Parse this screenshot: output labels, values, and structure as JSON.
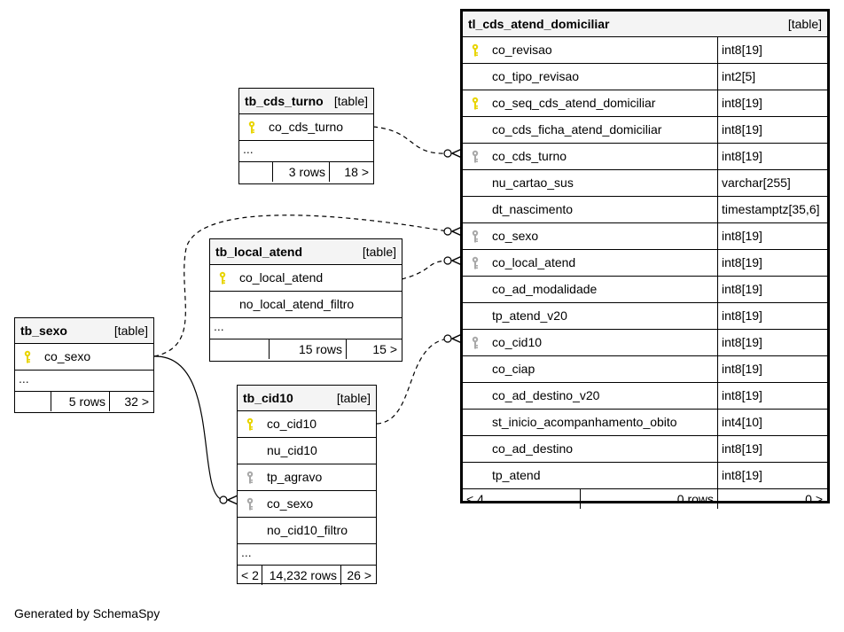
{
  "tables": {
    "main": {
      "name": "tl_cds_atend_domiciliar",
      "kind": "[table]",
      "rows": [
        {
          "col": "co_revisao",
          "type": "int8[19]",
          "key": "primary"
        },
        {
          "col": "co_tipo_revisao",
          "type": "int2[5]",
          "key": "none"
        },
        {
          "col": "co_seq_cds_atend_domiciliar",
          "type": "int8[19]",
          "key": "primary"
        },
        {
          "col": "co_cds_ficha_atend_domiciliar",
          "type": "int8[19]",
          "key": "none"
        },
        {
          "col": "co_cds_turno",
          "type": "int8[19]",
          "key": "foreign"
        },
        {
          "col": "nu_cartao_sus",
          "type": "varchar[255]",
          "key": "none"
        },
        {
          "col": "dt_nascimento",
          "type": "timestamptz[35,6]",
          "key": "none"
        },
        {
          "col": "co_sexo",
          "type": "int8[19]",
          "key": "foreign"
        },
        {
          "col": "co_local_atend",
          "type": "int8[19]",
          "key": "foreign"
        },
        {
          "col": "co_ad_modalidade",
          "type": "int8[19]",
          "key": "none"
        },
        {
          "col": "tp_atend_v20",
          "type": "int8[19]",
          "key": "none"
        },
        {
          "col": "co_cid10",
          "type": "int8[19]",
          "key": "foreign"
        },
        {
          "col": "co_ciap",
          "type": "int8[19]",
          "key": "none"
        },
        {
          "col": "co_ad_destino_v20",
          "type": "int8[19]",
          "key": "none"
        },
        {
          "col": "st_inicio_acompanhamento_obito",
          "type": "int4[10]",
          "key": "none"
        },
        {
          "col": "co_ad_destino",
          "type": "int8[19]",
          "key": "none"
        },
        {
          "col": "tp_atend",
          "type": "int8[19]",
          "key": "none"
        }
      ],
      "footer": {
        "parents": "< 4",
        "rows": "0 rows",
        "children": "0 >"
      }
    },
    "turno": {
      "name": "tb_cds_turno",
      "kind": "[table]",
      "rows": [
        {
          "col": "co_cds_turno",
          "key": "primary"
        }
      ],
      "more": "...",
      "footer": {
        "parents": "",
        "rows": "3 rows",
        "children": "18 >"
      }
    },
    "local": {
      "name": "tb_local_atend",
      "kind": "[table]",
      "rows": [
        {
          "col": "co_local_atend",
          "key": "primary"
        },
        {
          "col": "no_local_atend_filtro",
          "key": "none"
        }
      ],
      "more": "...",
      "footer": {
        "parents": "",
        "rows": "15 rows",
        "children": "15 >"
      }
    },
    "sexo": {
      "name": "tb_sexo",
      "kind": "[table]",
      "rows": [
        {
          "col": "co_sexo",
          "key": "primary"
        }
      ],
      "more": "...",
      "footer": {
        "parents": "",
        "rows": "5 rows",
        "children": "32 >"
      }
    },
    "cid10": {
      "name": "tb_cid10",
      "kind": "[table]",
      "rows": [
        {
          "col": "co_cid10",
          "key": "primary"
        },
        {
          "col": "nu_cid10",
          "key": "none"
        },
        {
          "col": "tp_agravo",
          "key": "foreign"
        },
        {
          "col": "co_sexo",
          "key": "foreign"
        },
        {
          "col": "no_cid10_filtro",
          "key": "none"
        }
      ],
      "more": "...",
      "footer": {
        "parents": "< 2",
        "rows": "14,232 rows",
        "children": "26 >"
      }
    }
  },
  "colors": {
    "primary_key": "#e8d400",
    "foreign_key": "#a8a8a8",
    "header_bg": "#f4f4f4"
  },
  "generated_by": "Generated by SchemaSpy"
}
